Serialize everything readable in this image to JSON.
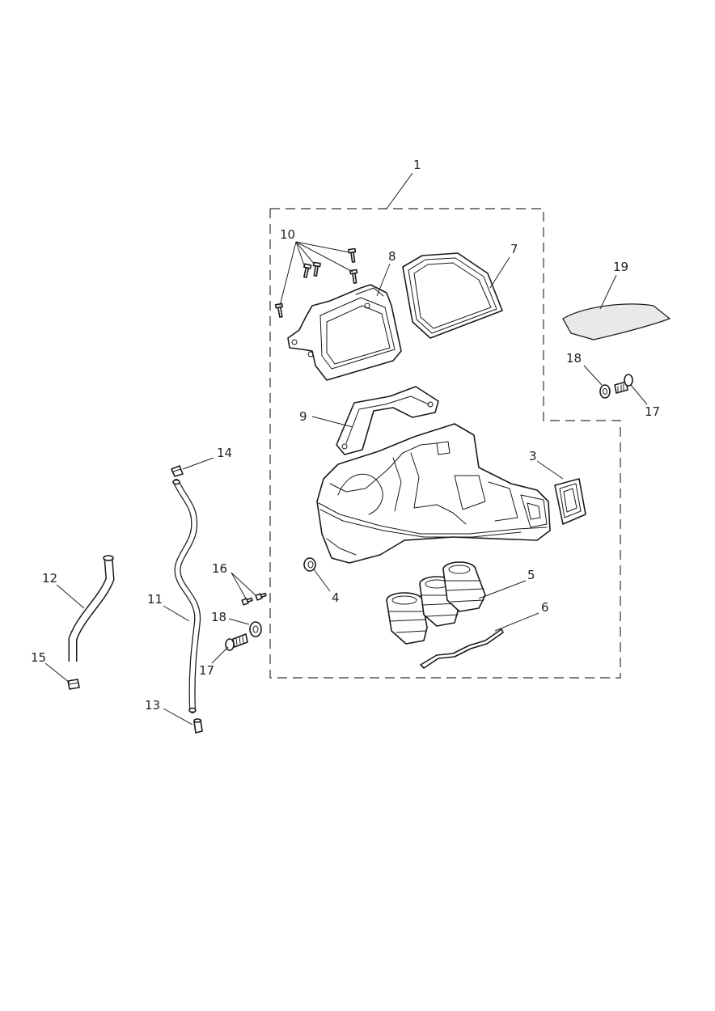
{
  "callouts": {
    "c1": "1",
    "c3": "3",
    "c4": "4",
    "c5": "5",
    "c6": "6",
    "c7": "7",
    "c8": "8",
    "c9": "9",
    "c10": "10",
    "c11": "11",
    "c12": "12",
    "c13": "13",
    "c14": "14",
    "c15": "15",
    "c16": "16",
    "c17a": "17",
    "c17b": "17",
    "c18a": "18",
    "c18b": "18",
    "c19": "19"
  }
}
